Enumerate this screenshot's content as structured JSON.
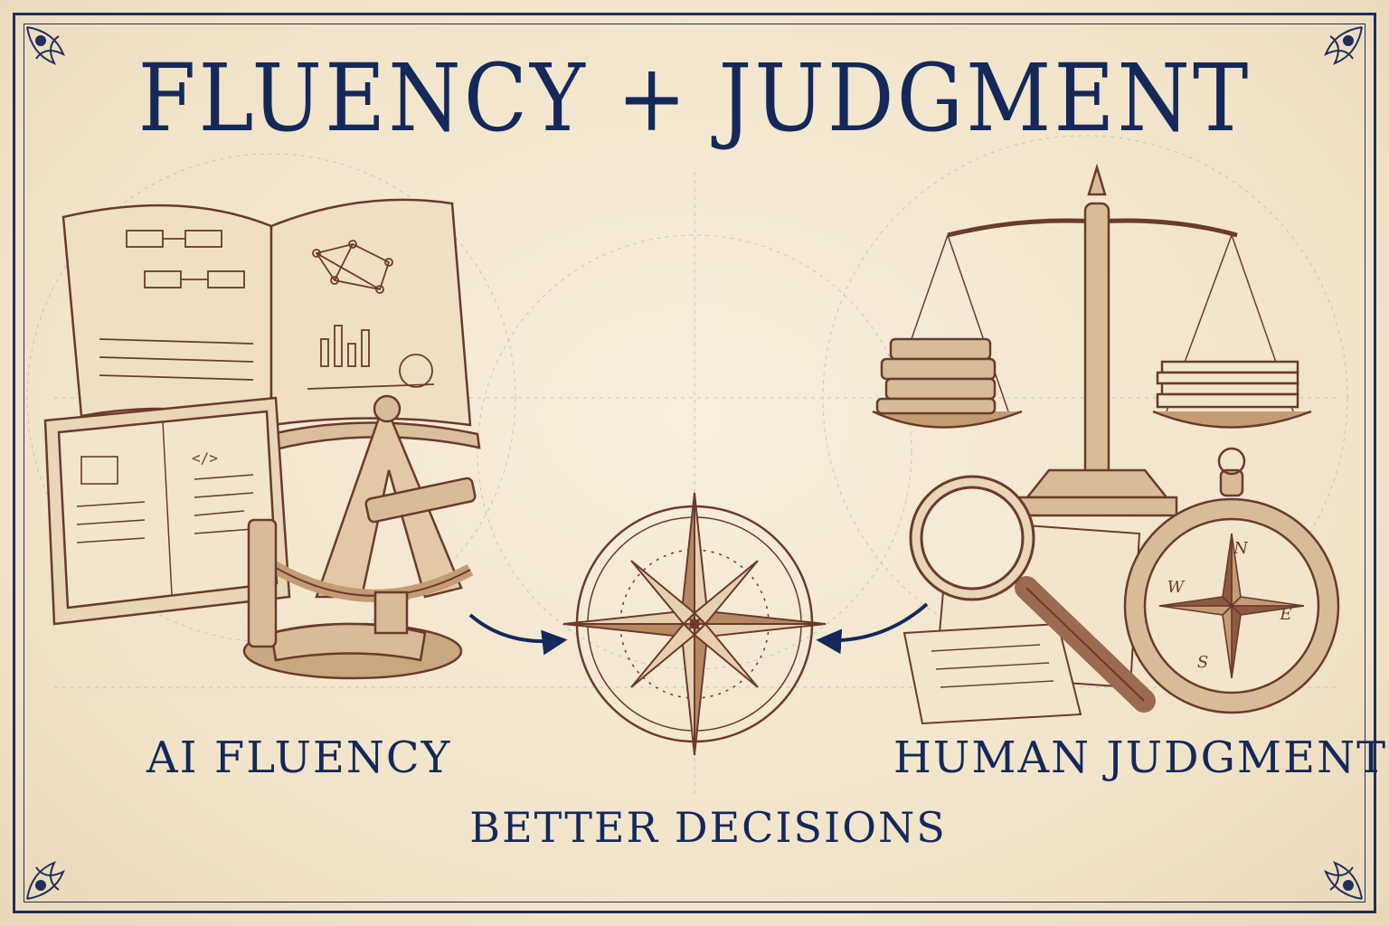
{
  "title": "FLUENCY + JUDGMENT",
  "labels": {
    "left": "AI FLUENCY",
    "right": "HUMAN JUDGMENT",
    "bottom": "BETTER DECISIONS"
  },
  "compass_letters": {
    "north": "N",
    "south": "S",
    "east": "E",
    "west": "W"
  },
  "code_tag": "</>",
  "illustrations": {
    "left": [
      "open-book-icon",
      "tablet-icon",
      "sextant-icon"
    ],
    "center": "compass-rose-icon",
    "right": [
      "balance-scale-icon",
      "magnifying-glass-icon",
      "pocket-compass-icon",
      "document-icon"
    ]
  },
  "colors": {
    "navy": "#14295a",
    "ink": "#6b3a2e",
    "parchment": "#f3e7d2"
  }
}
